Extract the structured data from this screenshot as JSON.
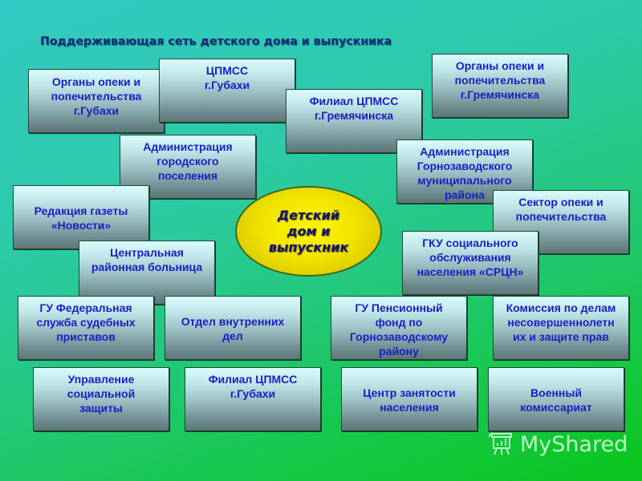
{
  "title": "Поддерживающая сеть детского дома и выпускника",
  "center": {
    "lines": [
      "Детский",
      "дом и",
      "выпускник"
    ],
    "fill": "#f2e400"
  },
  "colors": {
    "box_text": "#1a1ec4",
    "title_text": "#0c2a7c",
    "box_border": "#1d4a36",
    "bg_top_left": "#33c9c4",
    "bg_bottom_right": "#0cc41c"
  },
  "boxes": [
    {
      "id": "opeka-gubakha",
      "lines": [
        "Органы опеки и",
        "попечительства",
        "г.Губахи"
      ]
    },
    {
      "id": "cpmss-gubakha",
      "lines": [
        "ЦПМСС",
        "г.Губахи"
      ]
    },
    {
      "id": "filial-cpmss-gremyachinsk",
      "lines": [
        "Филиал ЦПМСС",
        "г.Гремячинска"
      ]
    },
    {
      "id": "opeka-gremyachinsk",
      "lines": [
        "Органы опеки и",
        "попечительства",
        "г.Гремячинска"
      ]
    },
    {
      "id": "admin-gorodskogo",
      "lines": [
        "Администрация",
        "городского",
        "поселения"
      ]
    },
    {
      "id": "admin-gornozavodskogo",
      "lines": [
        "Администрация",
        "Горнозаводского",
        "муниципального",
        "района"
      ]
    },
    {
      "id": "redakciya",
      "lines": [
        "Редакция газеты",
        "«Новости»"
      ]
    },
    {
      "id": "sektor-opeki",
      "lines": [
        "Сектор опеки и",
        "попечительства"
      ]
    },
    {
      "id": "bolnica",
      "lines": [
        "Центральная",
        "районная больница"
      ]
    },
    {
      "id": "gku-srcn",
      "lines": [
        "ГКУ социального",
        "обслуживания",
        "населения «СРЦН»"
      ]
    },
    {
      "id": "pristavy",
      "lines": [
        "ГУ Федеральная",
        "служба судебных",
        "приставов"
      ]
    },
    {
      "id": "ovd",
      "lines": [
        "Отдел внутренних",
        "дел"
      ]
    },
    {
      "id": "pensionny",
      "lines": [
        "ГУ Пенсионный",
        "фонд по",
        "Горнозаводскому",
        "району"
      ]
    },
    {
      "id": "komissiya",
      "lines": [
        "Комиссия по делам",
        "несовершеннолетн",
        "их и защите прав"
      ]
    },
    {
      "id": "uszn",
      "lines": [
        "Управление",
        "социальной",
        "защиты"
      ]
    },
    {
      "id": "filial-cpmss-gubakha",
      "lines": [
        "Филиал ЦПМСС",
        "г.Губахи"
      ]
    },
    {
      "id": "czn",
      "lines": [
        "Центр занятости",
        "населения"
      ]
    },
    {
      "id": "voenkomat",
      "lines": [
        "Военный",
        "комиссариат"
      ]
    }
  ],
  "watermark": {
    "text": "MyShared",
    "icon": "presentation-chart-icon"
  }
}
